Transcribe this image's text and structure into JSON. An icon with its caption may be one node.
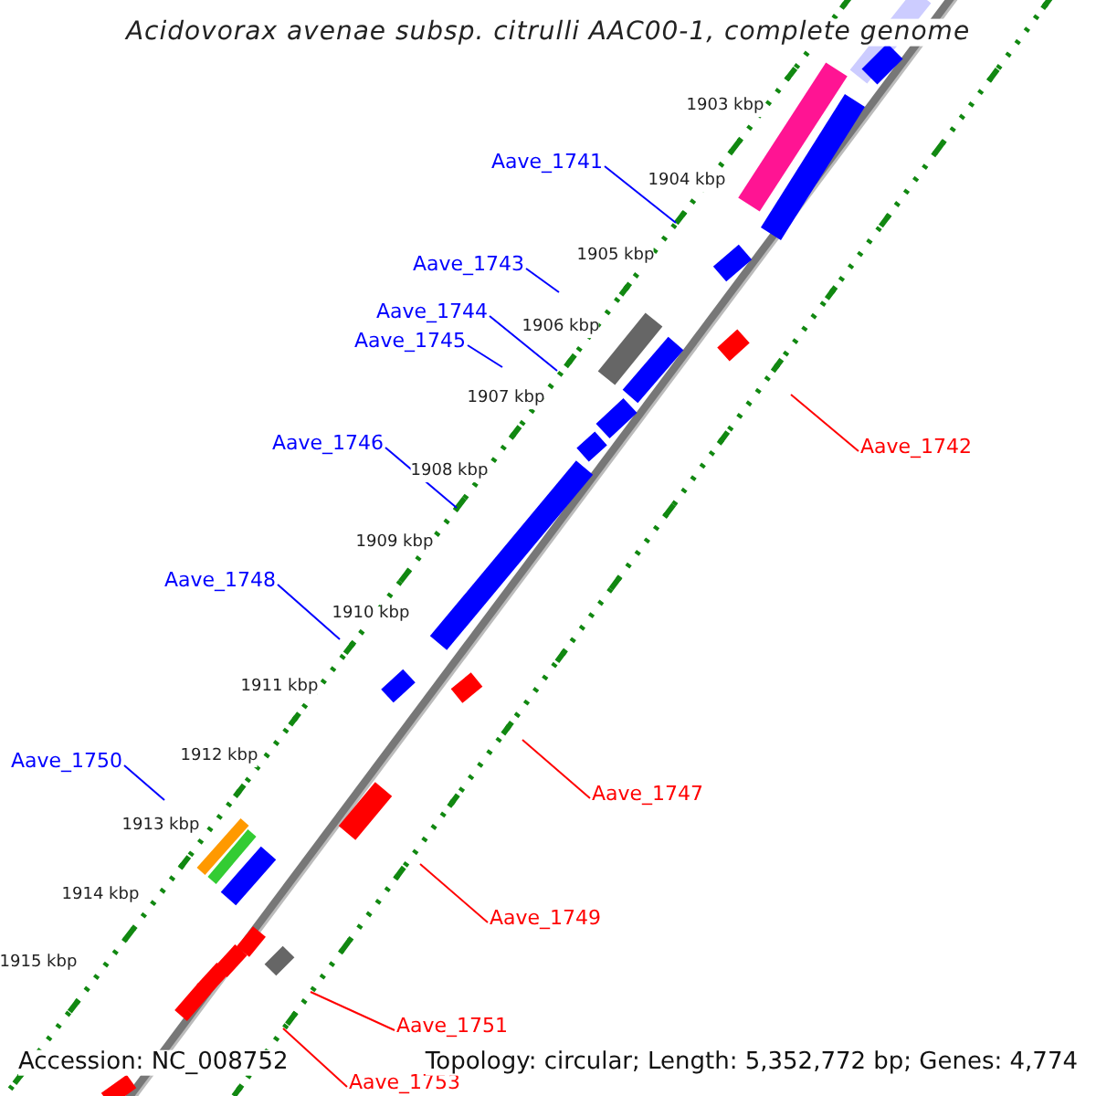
{
  "diagram": {
    "title": "Acidovorax avenae subsp. citrulli AAC00-1, complete genome",
    "nodes": [
      {
        "text": [
          "Aave_1741"
        ]
      },
      {
        "text": [
          "Aave_1743"
        ]
      },
      {
        "text": [
          "Aave_1744"
        ]
      },
      {
        "text": [
          "Aave_1745"
        ]
      },
      {
        "text": [
          "Aave_1746"
        ]
      },
      {
        "text": [
          "Aave_1742"
        ]
      },
      {
        "text": [
          "Aave_1748"
        ]
      },
      {
        "text": [
          "Aave_1750"
        ]
      },
      {
        "text": [
          "Aave_1747"
        ]
      },
      {
        "text": [
          "Aave_1749"
        ]
      },
      {
        "text": [
          "Aave_1751"
        ]
      },
      {
        "text": [
          "Aave_1753"
        ]
      }
    ],
    "edges": [
      {
        "from": 0,
        "to": null,
        "arrow": "none"
      },
      {
        "from": 1,
        "to": null,
        "arrow": "none"
      },
      {
        "from": 2,
        "to": null,
        "arrow": "none"
      },
      {
        "from": 3,
        "to": null,
        "arrow": "none"
      },
      {
        "from": 4,
        "to": null,
        "arrow": "none"
      },
      {
        "from": 5,
        "to": null,
        "arrow": "none",
        "color": "#ff0000"
      },
      {
        "from": 6,
        "to": null,
        "arrow": "none"
      },
      {
        "from": 7,
        "to": null,
        "arrow": "none"
      },
      {
        "from": 8,
        "to": null,
        "arrow": "none",
        "color": "#ff0000"
      },
      {
        "from": 9,
        "to": null,
        "arrow": "none",
        "color": "#ff0000"
      },
      {
        "from": 10,
        "to": null,
        "arrow": "none",
        "color": "#ff0000"
      },
      {
        "from": 11,
        "to": null,
        "arrow": "none",
        "color": "#ff0000"
      }
    ],
    "labels": [
      "1903 kbp",
      "1904 kbp",
      "1905 kbp",
      "1906 kbp",
      "1907 kbp",
      "1908 kbp",
      "1909 kbp",
      "1910 kbp",
      "1911 kbp",
      "1912 kbp",
      "1913 kbp",
      "1914 kbp",
      "1915 kbp",
      "Accession: NC_008752",
      "Topology: circular; Length: 5,352,772 bp; Genes: 4,774"
    ]
  }
}
